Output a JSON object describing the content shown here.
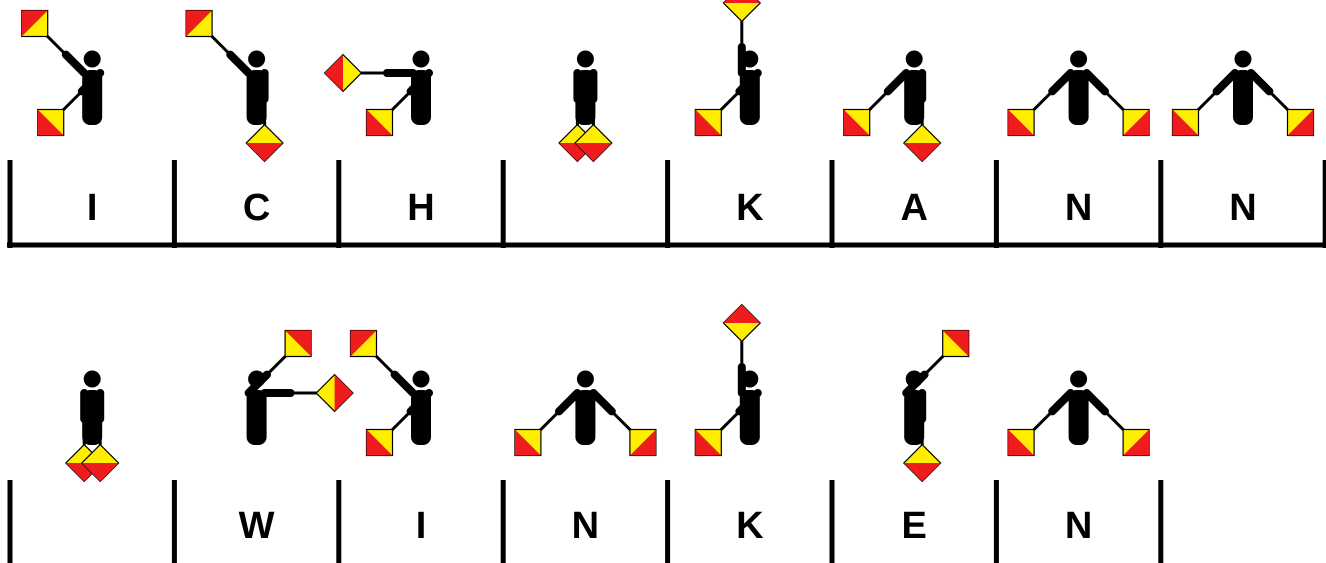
{
  "colors": {
    "ink": "#000000",
    "flag_red": "#ee1c1c",
    "flag_yellow": "#ffee00",
    "background": "#ffffff"
  },
  "rows": [
    {
      "cells": [
        {
          "letter": "I",
          "pose": "I"
        },
        {
          "letter": "C",
          "pose": "C"
        },
        {
          "letter": "H",
          "pose": "H"
        },
        {
          "letter": "",
          "pose": "rest"
        },
        {
          "letter": "K",
          "pose": "K"
        },
        {
          "letter": "A",
          "pose": "A"
        },
        {
          "letter": "N",
          "pose": "N"
        },
        {
          "letter": "N",
          "pose": "N"
        }
      ]
    },
    {
      "cells": [
        {
          "letter": "",
          "pose": "rest"
        },
        {
          "letter": "W",
          "pose": "W"
        },
        {
          "letter": "I",
          "pose": "I"
        },
        {
          "letter": "N",
          "pose": "N"
        },
        {
          "letter": "K",
          "pose": "K"
        },
        {
          "letter": "E",
          "pose": "E"
        },
        {
          "letter": "N",
          "pose": "N"
        }
      ]
    }
  ]
}
